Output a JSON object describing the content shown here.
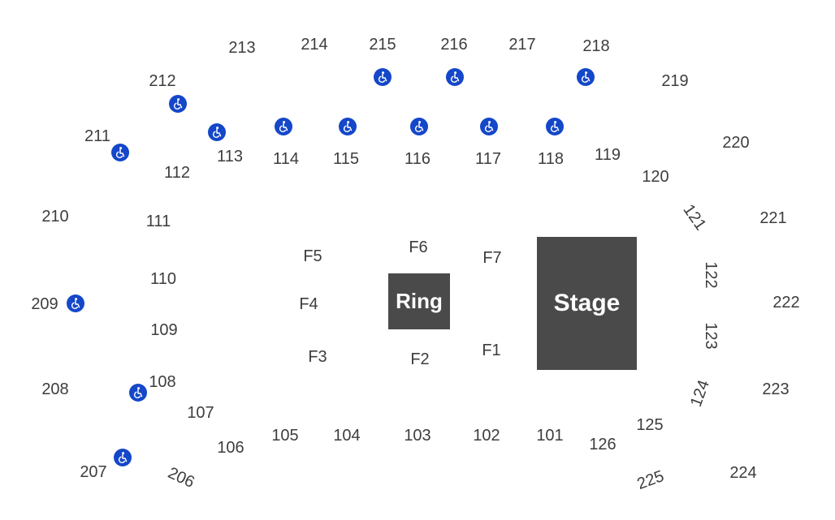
{
  "colors": {
    "block": "#4a4a4a",
    "label": "#3d3d3d",
    "accessible": "#1447c9"
  },
  "features": {
    "ring": "Ring",
    "stage": "Stage"
  },
  "floor": {
    "f1": "F1",
    "f2": "F2",
    "f3": "F3",
    "f4": "F4",
    "f5": "F5",
    "f6": "F6",
    "f7": "F7"
  },
  "lower": {
    "s101": "101",
    "s102": "102",
    "s103": "103",
    "s104": "104",
    "s105": "105",
    "s106": "106",
    "s107": "107",
    "s108": "108",
    "s109": "109",
    "s110": "110",
    "s111": "111",
    "s112": "112",
    "s113": "113",
    "s114": "114",
    "s115": "115",
    "s116": "116",
    "s117": "117",
    "s118": "118",
    "s119": "119",
    "s120": "120",
    "s121": "121",
    "s122": "122",
    "s123": "123",
    "s124": "124",
    "s125": "125",
    "s126": "126"
  },
  "upper": {
    "s206": "206",
    "s207": "207",
    "s208": "208",
    "s209": "209",
    "s210": "210",
    "s211": "211",
    "s212": "212",
    "s213": "213",
    "s214": "214",
    "s215": "215",
    "s216": "216",
    "s217": "217",
    "s218": "218",
    "s219": "219",
    "s220": "220",
    "s221": "221",
    "s222": "222",
    "s223": "223",
    "s224": "224",
    "s225": "225"
  },
  "accessible_icon": "wheelchair-icon"
}
